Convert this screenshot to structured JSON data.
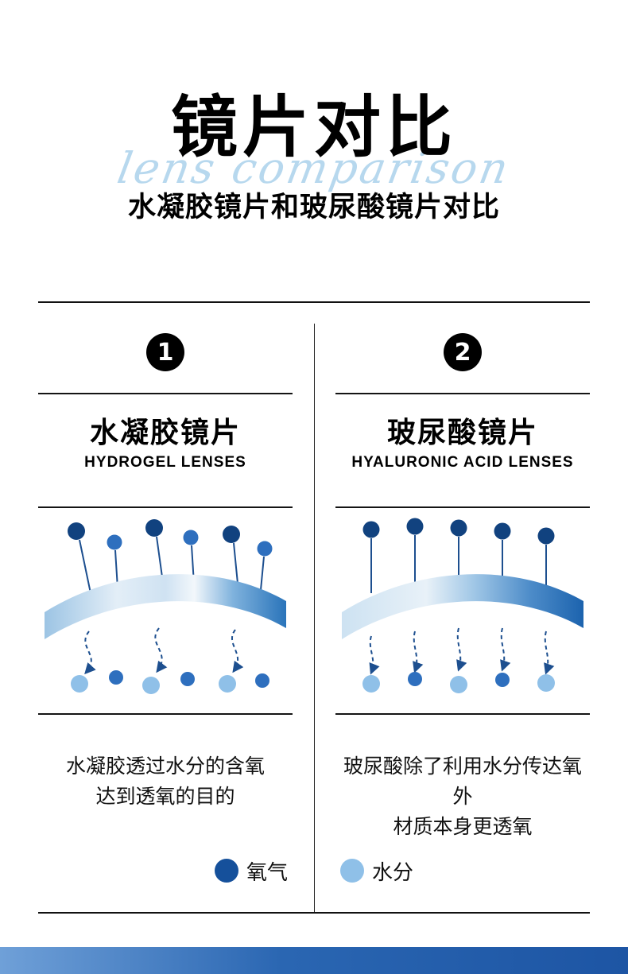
{
  "header": {
    "title": "镜片对比",
    "script_text": "lens comparison",
    "subtitle": "水凝胶镜片和玻尿酸镜片对比"
  },
  "columns": [
    {
      "number": "1",
      "title": "水凝胶镜片",
      "subtitle_en": "HYDROGEL LENSES",
      "description_line1": "水凝胶透过水分的含氧",
      "description_line2": "达到透氧的目的",
      "legend_label": "氧气",
      "legend_color": "#15509b"
    },
    {
      "number": "2",
      "title": "玻尿酸镜片",
      "subtitle_en": "HYALURONIC ACID LENSES",
      "description_line1": "玻尿酸除了利用水分传达氧外",
      "description_line2": "材质本身更透氧",
      "legend_label": "水分",
      "legend_color": "#8fc0e8"
    }
  ],
  "colors": {
    "oxygen_dot": "#15509b",
    "moisture_dot": "#8fc0e8",
    "medium_dot": "#2e6fbe",
    "script_accent": "#b7d8ee",
    "footer_bar": "#2a66b2"
  }
}
